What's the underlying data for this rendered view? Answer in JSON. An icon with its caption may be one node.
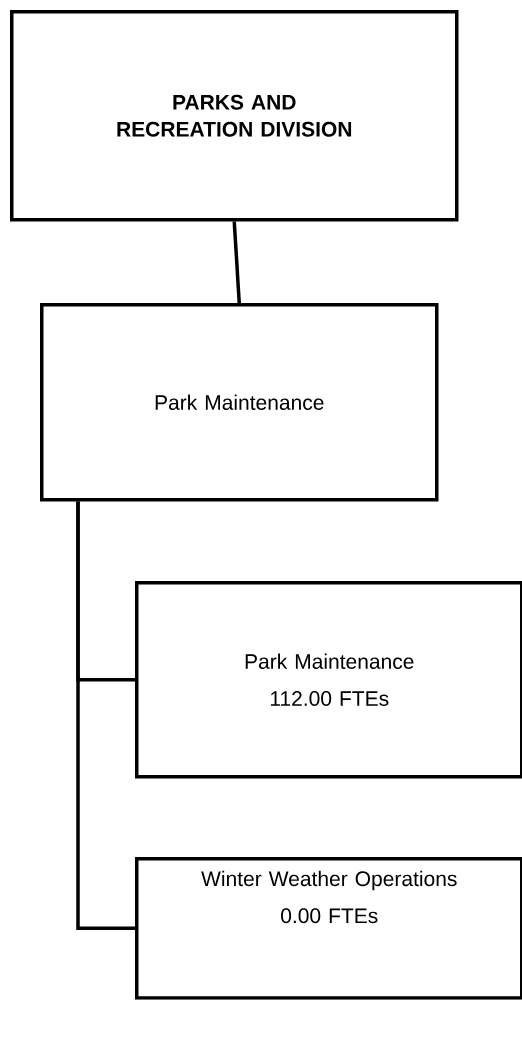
{
  "diagram": {
    "nodes": [
      {
        "text": [
          "PARKS AND RECREATION DIVISION"
        ]
      },
      {
        "text": [
          "Park Maintenance"
        ]
      },
      {
        "text": [
          "Park Maintenance",
          "112.00 FTEs"
        ]
      },
      {
        "text": [
          "Winter Weather Operations",
          "0.00 FTEs"
        ]
      }
    ],
    "edges": [
      {
        "from": 0,
        "to": 1,
        "arrow": "none"
      },
      {
        "from": 1,
        "to": 2,
        "arrow": "none"
      },
      {
        "from": 1,
        "to": 3,
        "arrow": "none"
      }
    ]
  }
}
